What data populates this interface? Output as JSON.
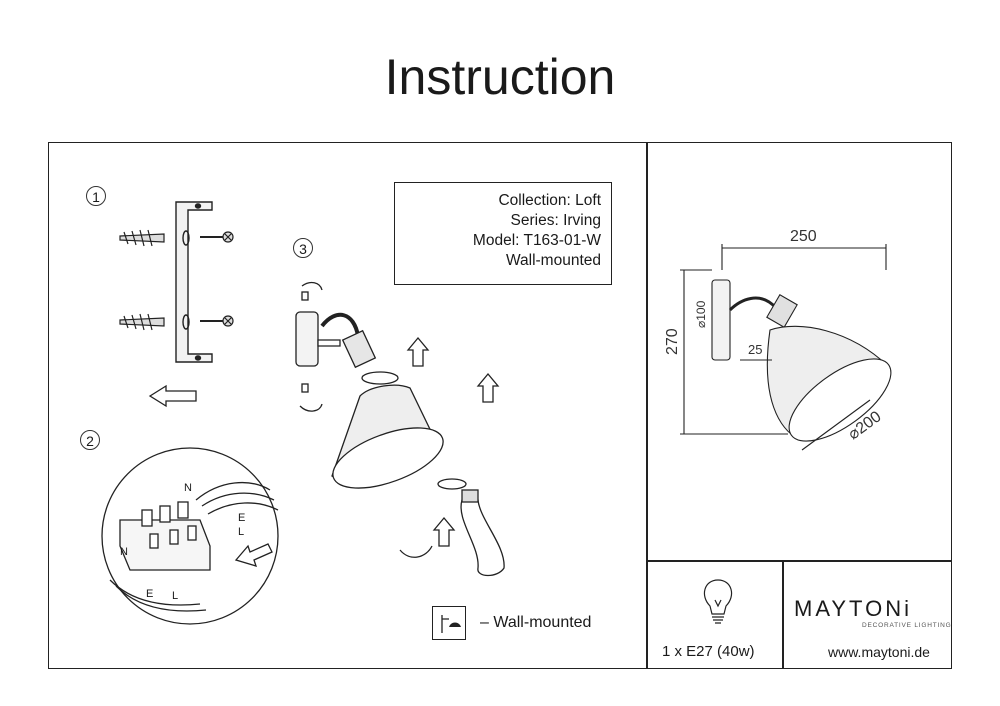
{
  "title": "Instruction",
  "info": {
    "collection": "Collection: Loft",
    "series": "Series: Irving",
    "model": "Model: T163-01-W",
    "mount": "Wall-mounted"
  },
  "steps": {
    "s1": "1",
    "s2": "2",
    "s3": "3"
  },
  "wiring": {
    "n_top": "N",
    "e_top": "E",
    "l_top": "L",
    "n_bottom": "N",
    "e_bottom": "E",
    "l_bottom": "L"
  },
  "dimensions": {
    "width": "250",
    "height": "270",
    "base_diameter": "⌀100",
    "offset": "25",
    "shade_diameter": "⌀200"
  },
  "legend": {
    "text": "– Wall-mounted",
    "icon": "wall-mount-icon"
  },
  "bulb": {
    "spec": "1 x E27 (40w)",
    "icon": "bulb-icon"
  },
  "brand": {
    "name": "MAYTONi",
    "tagline": "DECORATIVE LIGHTING",
    "website": "www.maytoni.de"
  }
}
